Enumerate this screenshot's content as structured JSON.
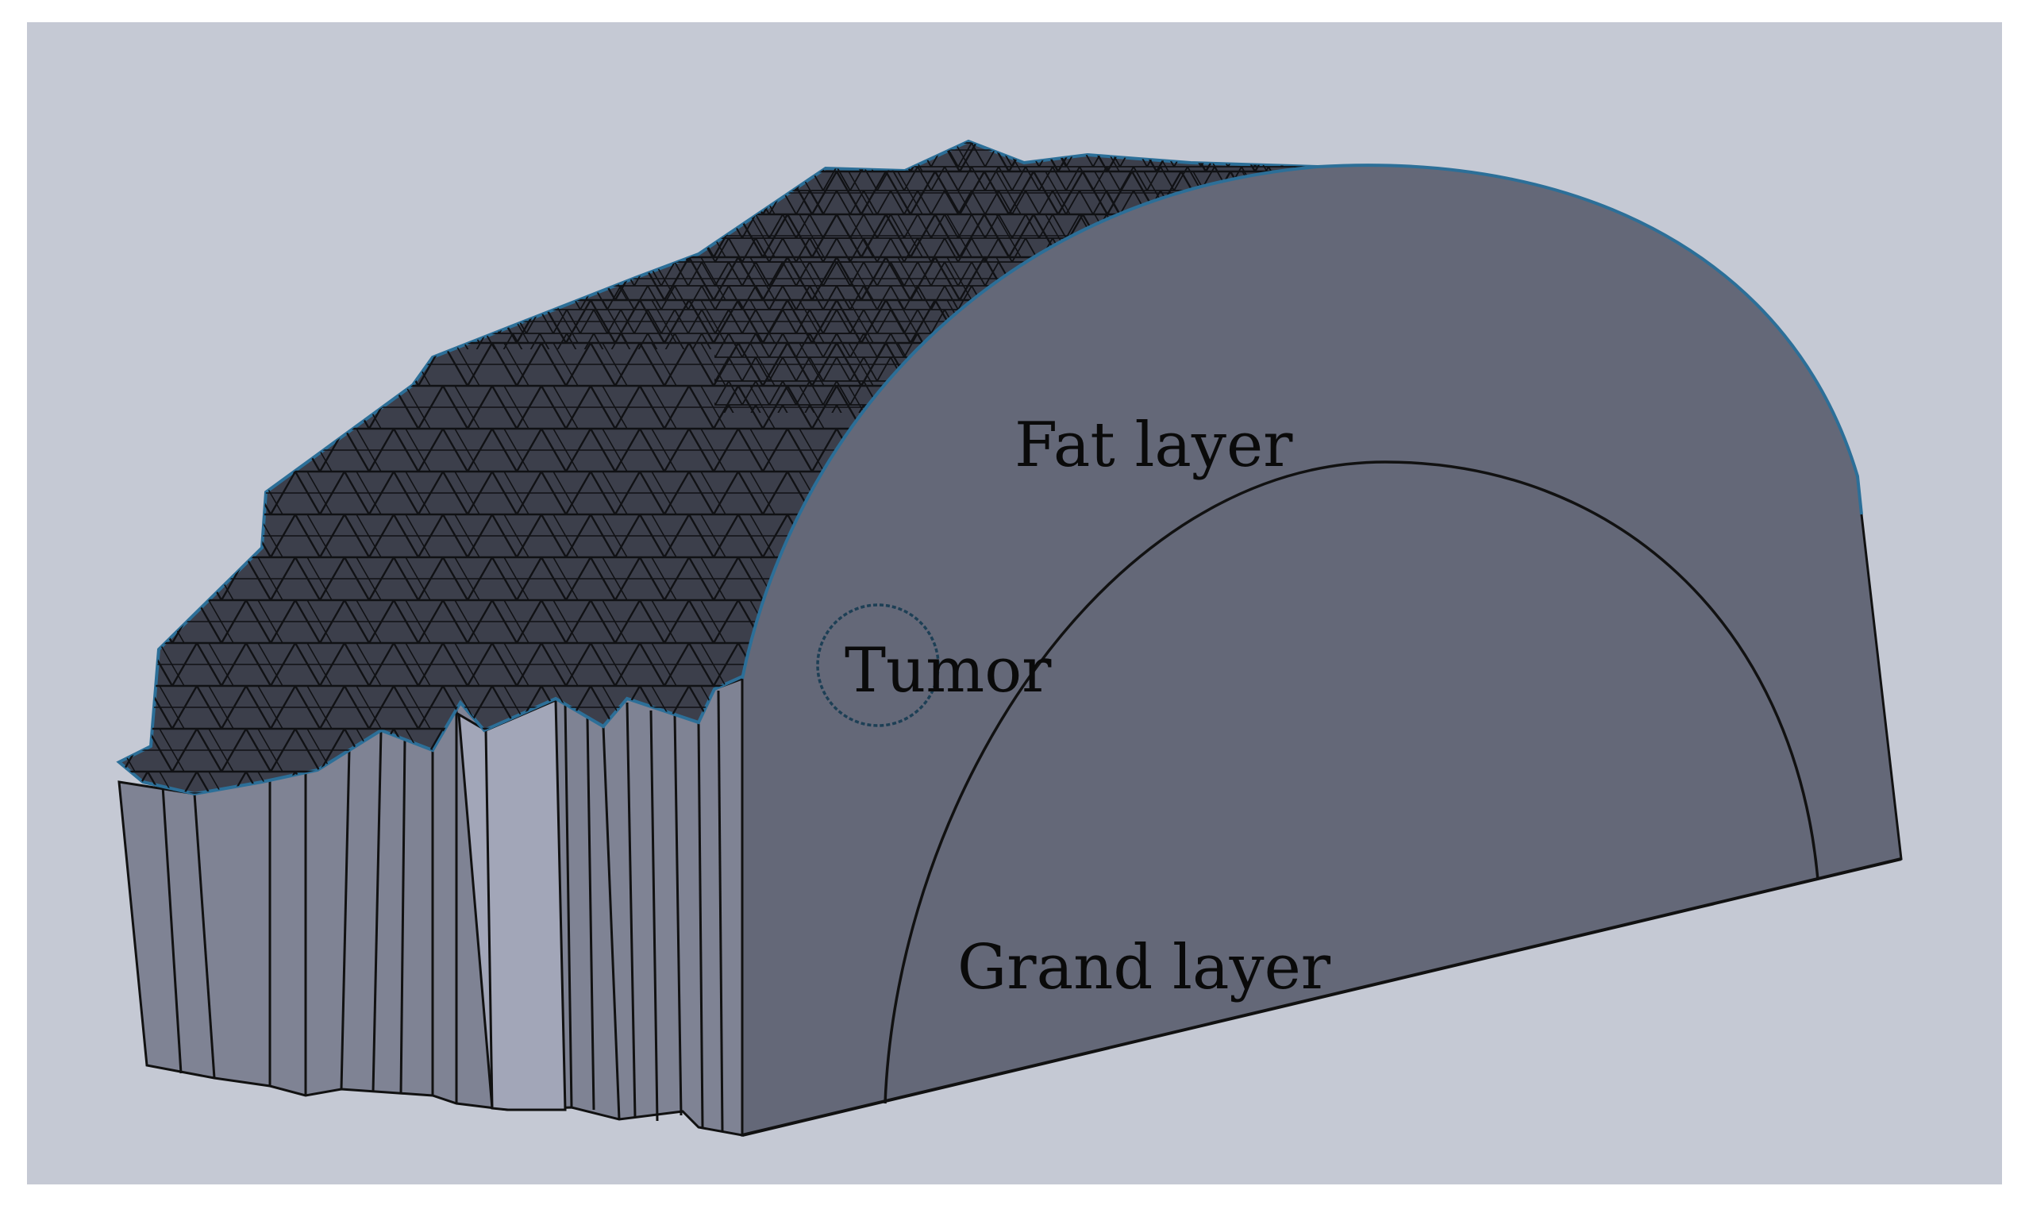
{
  "labels": {
    "fat_layer": "Fat layer",
    "tumor": "Tumor",
    "grand_layer": "Grand layer"
  },
  "colors": {
    "background": "#c5c9d4",
    "front_face": "#646878",
    "mesh_top": "#3c3f4b",
    "side_strips_dark": "#7f8394",
    "side_strips_light": "#a2a6b8",
    "edge_outline": "#2c6f98",
    "lines": "#111111"
  }
}
